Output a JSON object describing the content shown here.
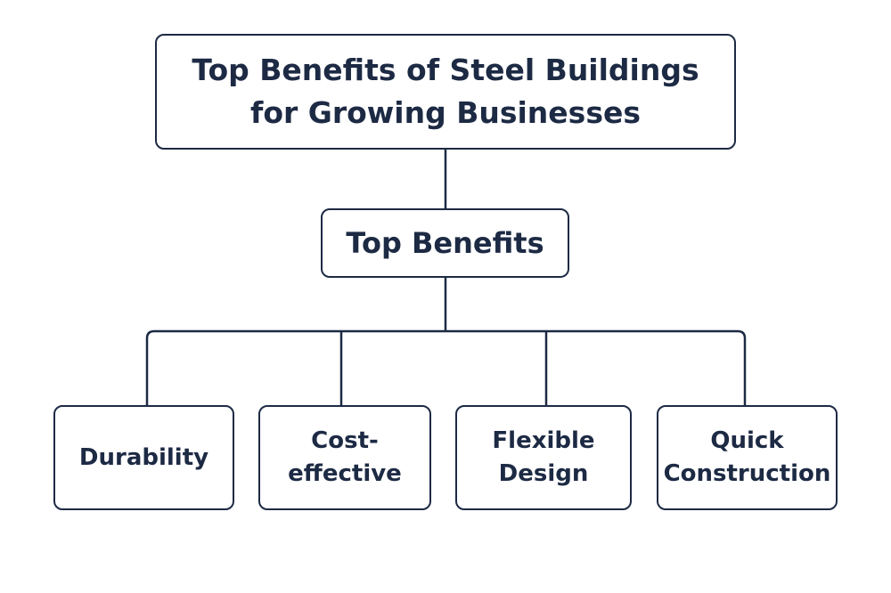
{
  "colors": {
    "stroke": "#1d2a44",
    "text": "#1d2a44",
    "background": "#ffffff"
  },
  "diagram": {
    "root": {
      "lines": [
        "Top Benefits of Steel Buildings",
        "for Growing Businesses"
      ]
    },
    "category": {
      "label": "Top Benefits"
    },
    "benefits": [
      {
        "lines": [
          "Durability"
        ]
      },
      {
        "lines": [
          "Cost-",
          "effective"
        ]
      },
      {
        "lines": [
          "Flexible",
          "Design"
        ]
      },
      {
        "lines": [
          "Quick",
          "Construction"
        ]
      }
    ]
  }
}
